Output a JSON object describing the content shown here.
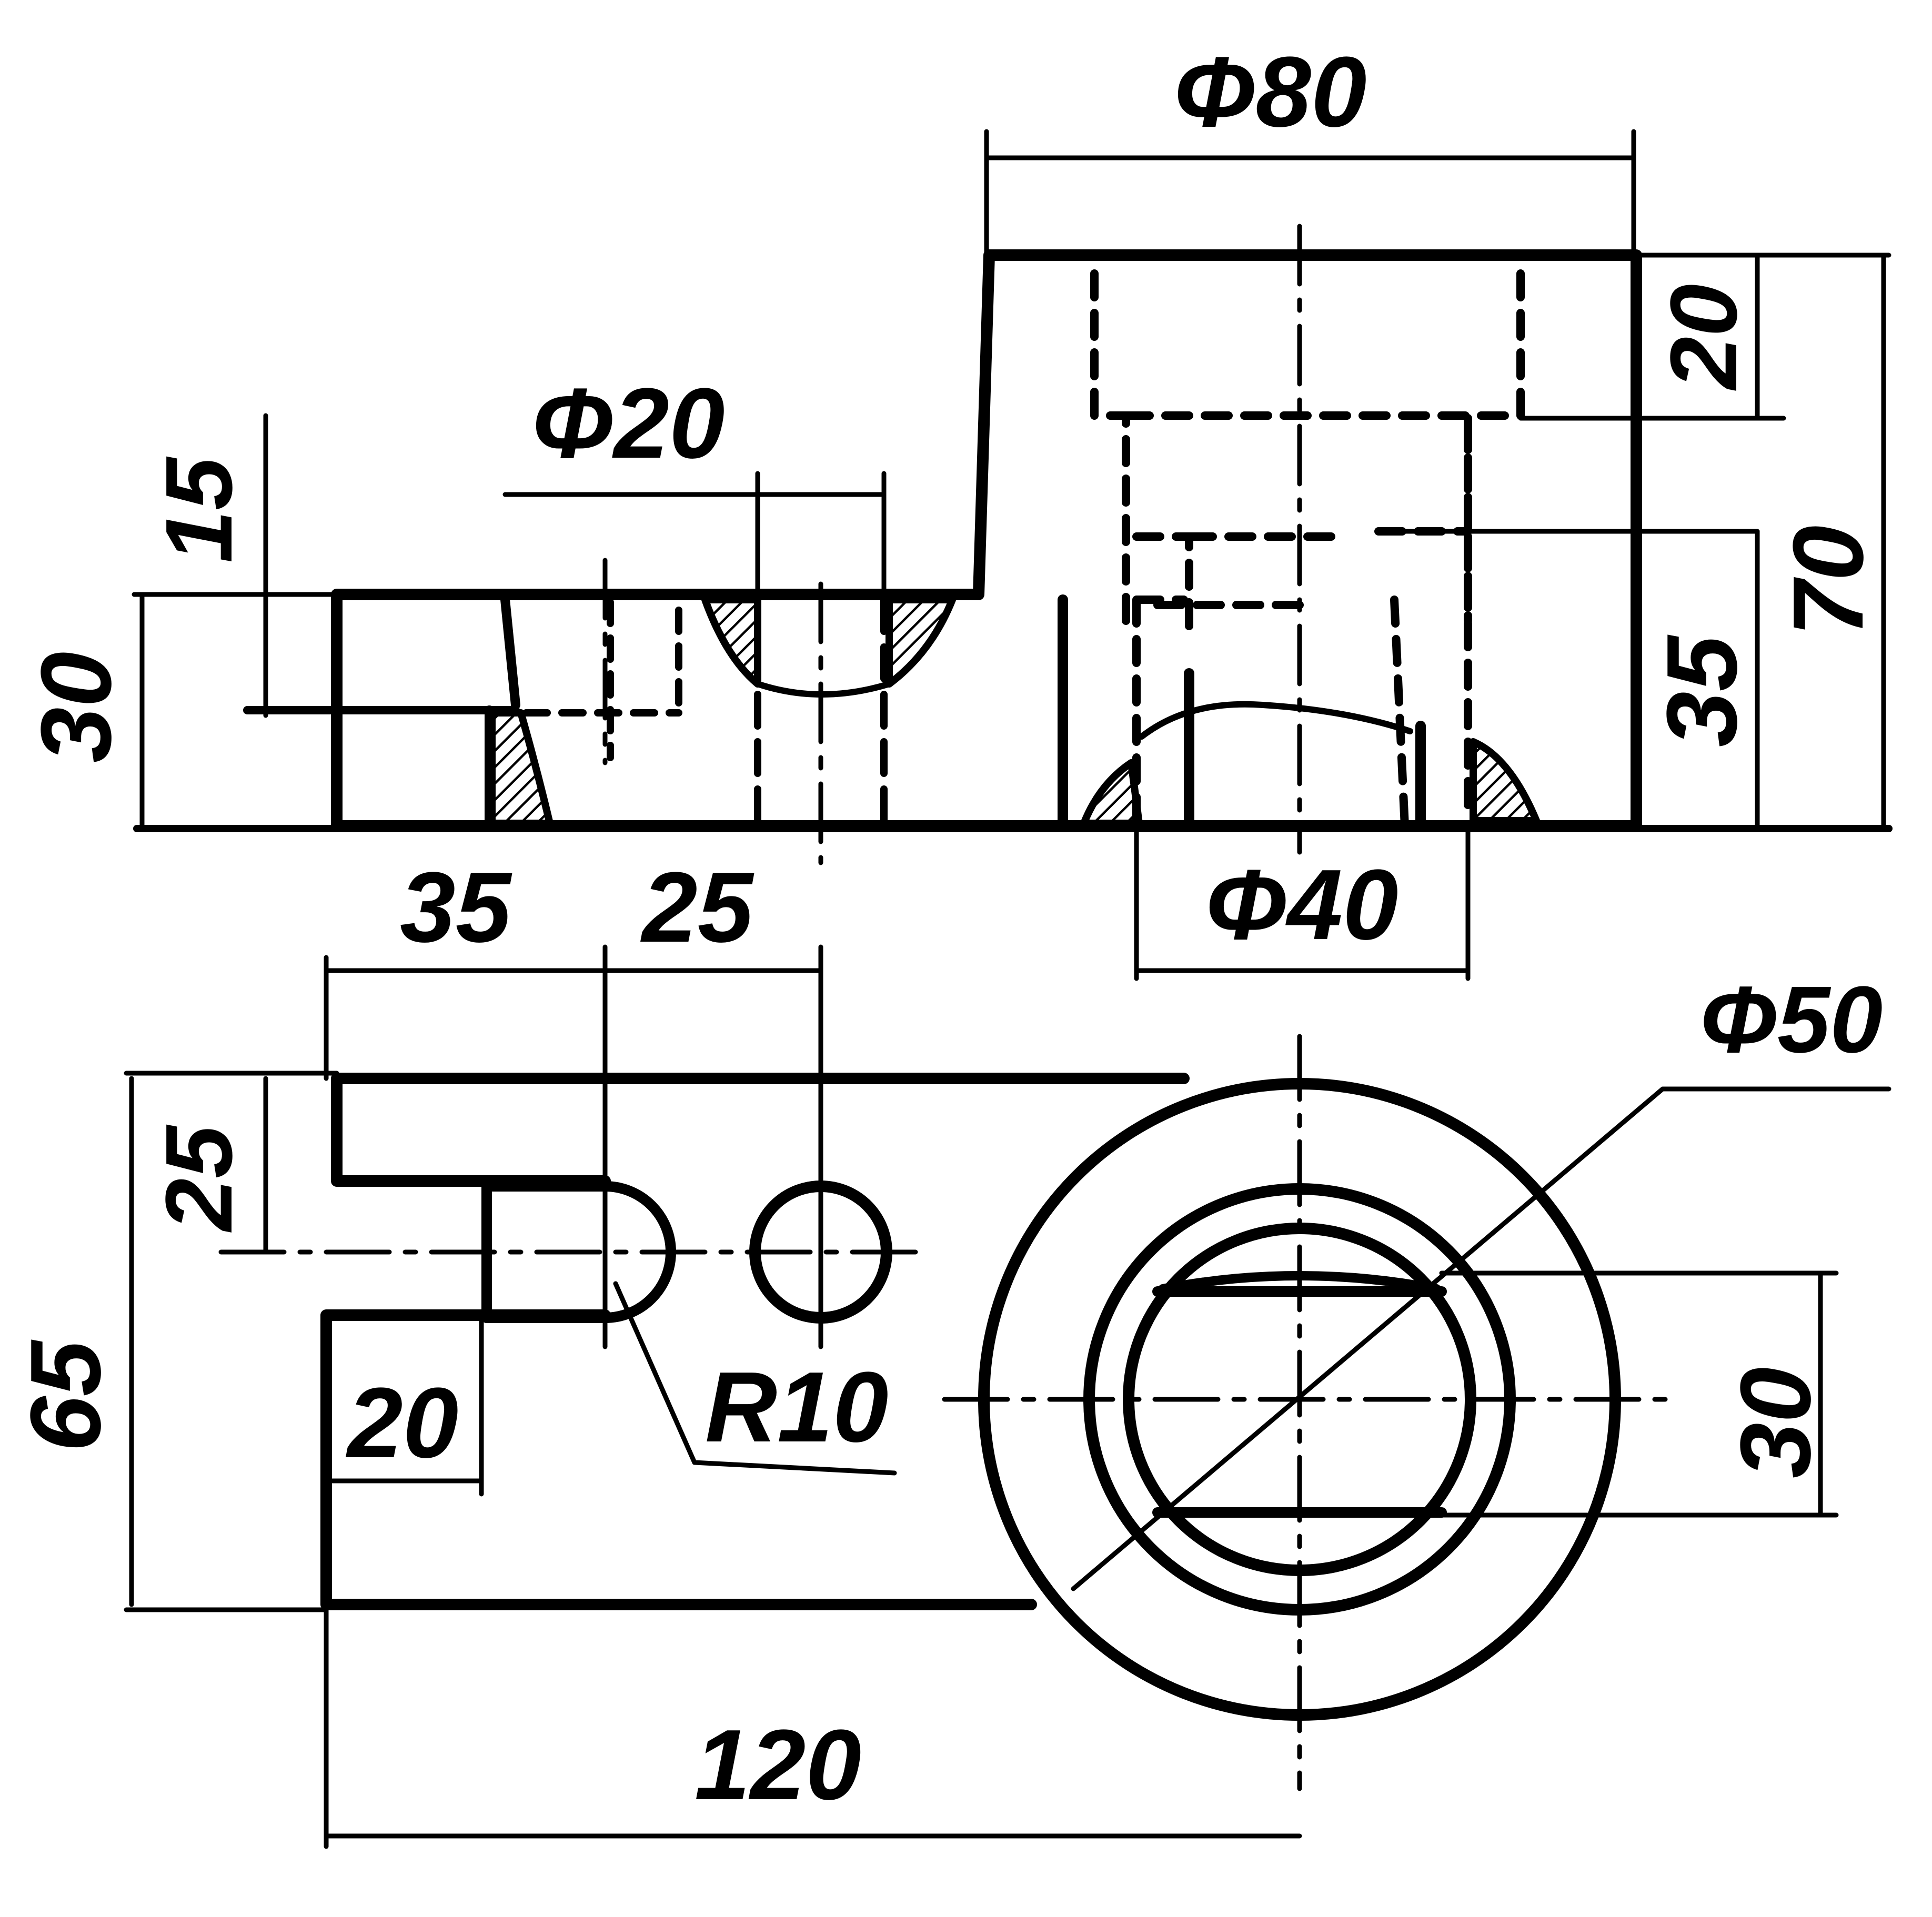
{
  "dimensions": {
    "d80": "Φ80",
    "d20": "Φ20",
    "d40": "Φ40",
    "d50": "Φ50",
    "h15": "15",
    "h30_front": "30",
    "h20_side": "20",
    "h35_side": "35",
    "h70": "70",
    "w35": "35",
    "w25": "25",
    "h25_top": "25",
    "h65": "65",
    "w20": "20",
    "r10": "R10",
    "h30_top": "30",
    "w120": "120"
  },
  "colors": {
    "ink": "#000000",
    "paper": "#ffffff"
  }
}
